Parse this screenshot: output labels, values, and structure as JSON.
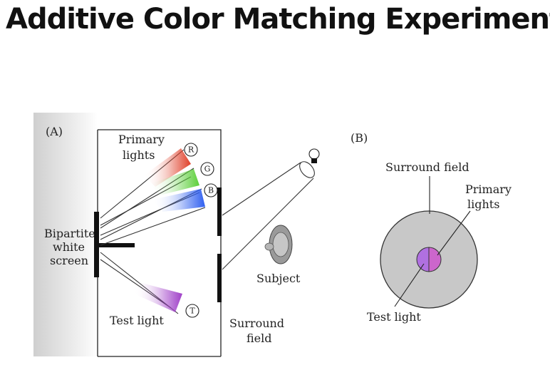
{
  "title": "Additive Color Matching Experiment",
  "panel_a": {
    "tag": "(A)",
    "primary_lights": [
      "Primary",
      "lights"
    ],
    "primaries": [
      {
        "letter": "R",
        "color": "#e0402a"
      },
      {
        "letter": "G",
        "color": "#5ccf3a"
      },
      {
        "letter": "B",
        "color": "#2f5ff0"
      }
    ],
    "test": {
      "letter": "T",
      "color": "#a040c8"
    },
    "screen_label": [
      "Bipartite",
      "white",
      "screen"
    ],
    "test_light": "Test light",
    "subject": "Subject",
    "surround_field": [
      "Surround",
      "field"
    ]
  },
  "panel_b": {
    "tag": "(B)",
    "surround_field": "Surround field",
    "primary_lights": [
      "Primary",
      "lights"
    ],
    "test_light": "Test light",
    "surround_color": "#c8c8c8",
    "spot_left_color": "#b070e0",
    "spot_right_color": "#cc66cc"
  }
}
